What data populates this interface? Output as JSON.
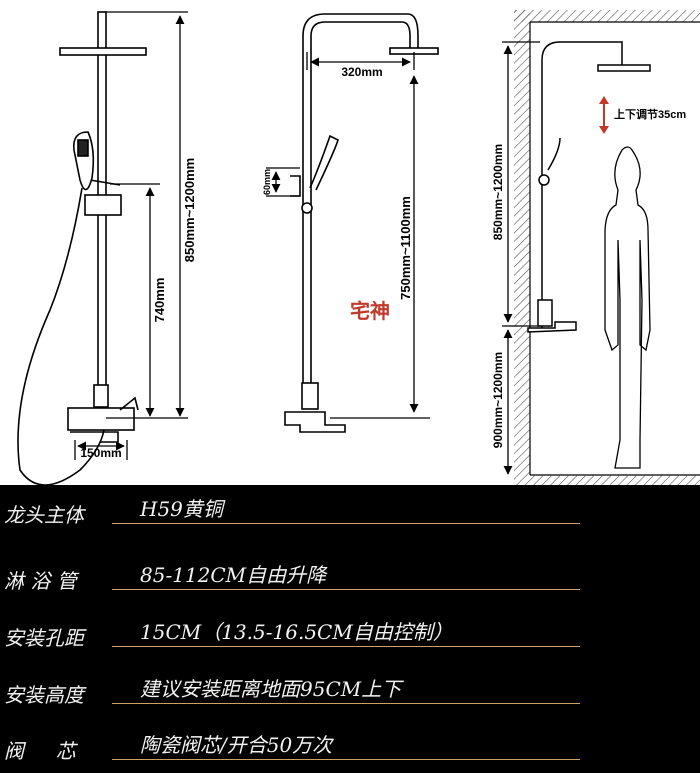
{
  "dimensions": {
    "left_total": "850mm~1200mm",
    "left_lower": "740mm",
    "left_spacing": "150mm",
    "mid_arm": "320mm",
    "mid_small": "60mm",
    "mid_total": "750mm~1100mm",
    "right_adjust": "上下调节35cm",
    "right_upper": "850mm~1200mm",
    "right_lower": "900mm~1200mm"
  },
  "watermark": "宅神",
  "specs": [
    {
      "label": "龙头主体",
      "value": "H59黄铜"
    },
    {
      "label": "淋 浴 管",
      "value": "85-112CM自由升降"
    },
    {
      "label": "安装孔距",
      "value": "15CM（13.5-16.5CM自由控制）"
    },
    {
      "label": "安装高度",
      "value": "建议安装距离地面95CM上下"
    },
    {
      "label": "阀     芯",
      "value": "陶瓷阀芯/开合50万次"
    }
  ],
  "colors": {
    "panel_bg": "#000000",
    "rule": "#c9a46a",
    "watermark": "#c0392b"
  }
}
